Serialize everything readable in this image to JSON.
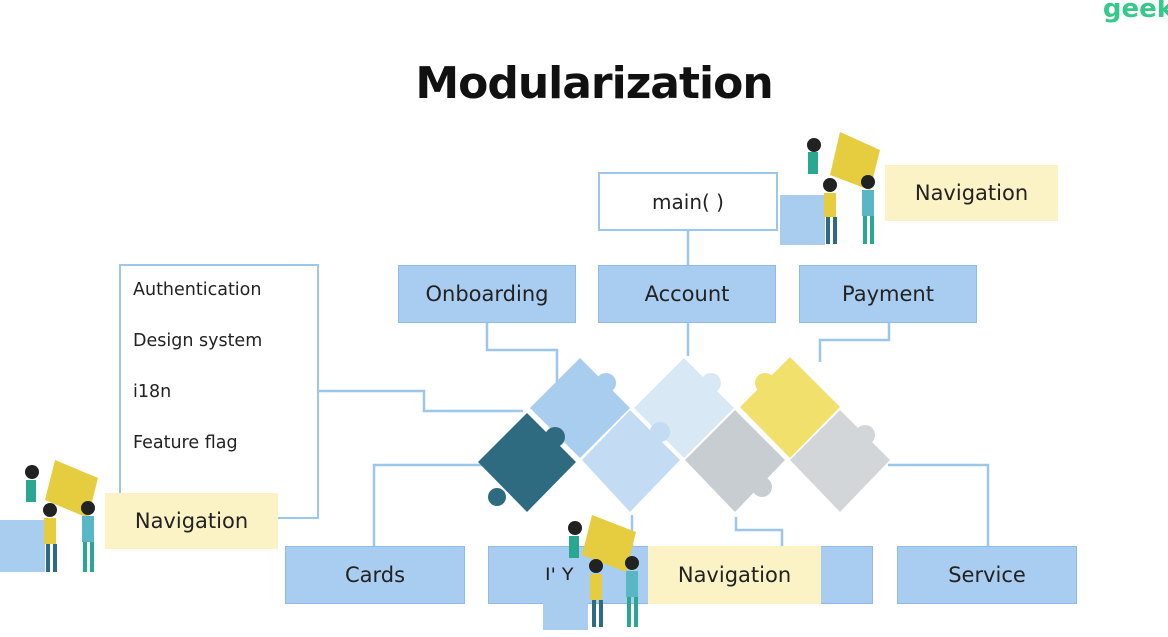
{
  "title": "Modularization",
  "logo_text": "geek",
  "main_box": "main( )",
  "modules_top": [
    "Onboarding",
    "Account",
    "Payment"
  ],
  "modules_bottom": [
    "Cards",
    "PIX",
    "Service"
  ],
  "hidden_fragment": "I' Y",
  "shared_list": [
    "Authentication",
    "Design system",
    "i18n",
    "Feature flag"
  ],
  "navigation_labels": [
    "Navigation",
    "Navigation",
    "Navigation"
  ],
  "colors": {
    "module_blue": "#a9cdf0",
    "line_blue": "#9cc6ea",
    "navigation_yellow": "#fbf3c6",
    "puzzle_dark": "#2e6b80",
    "puzzle_yellow": "#f1e06b",
    "puzzle_grey": "#c8cdd2"
  }
}
